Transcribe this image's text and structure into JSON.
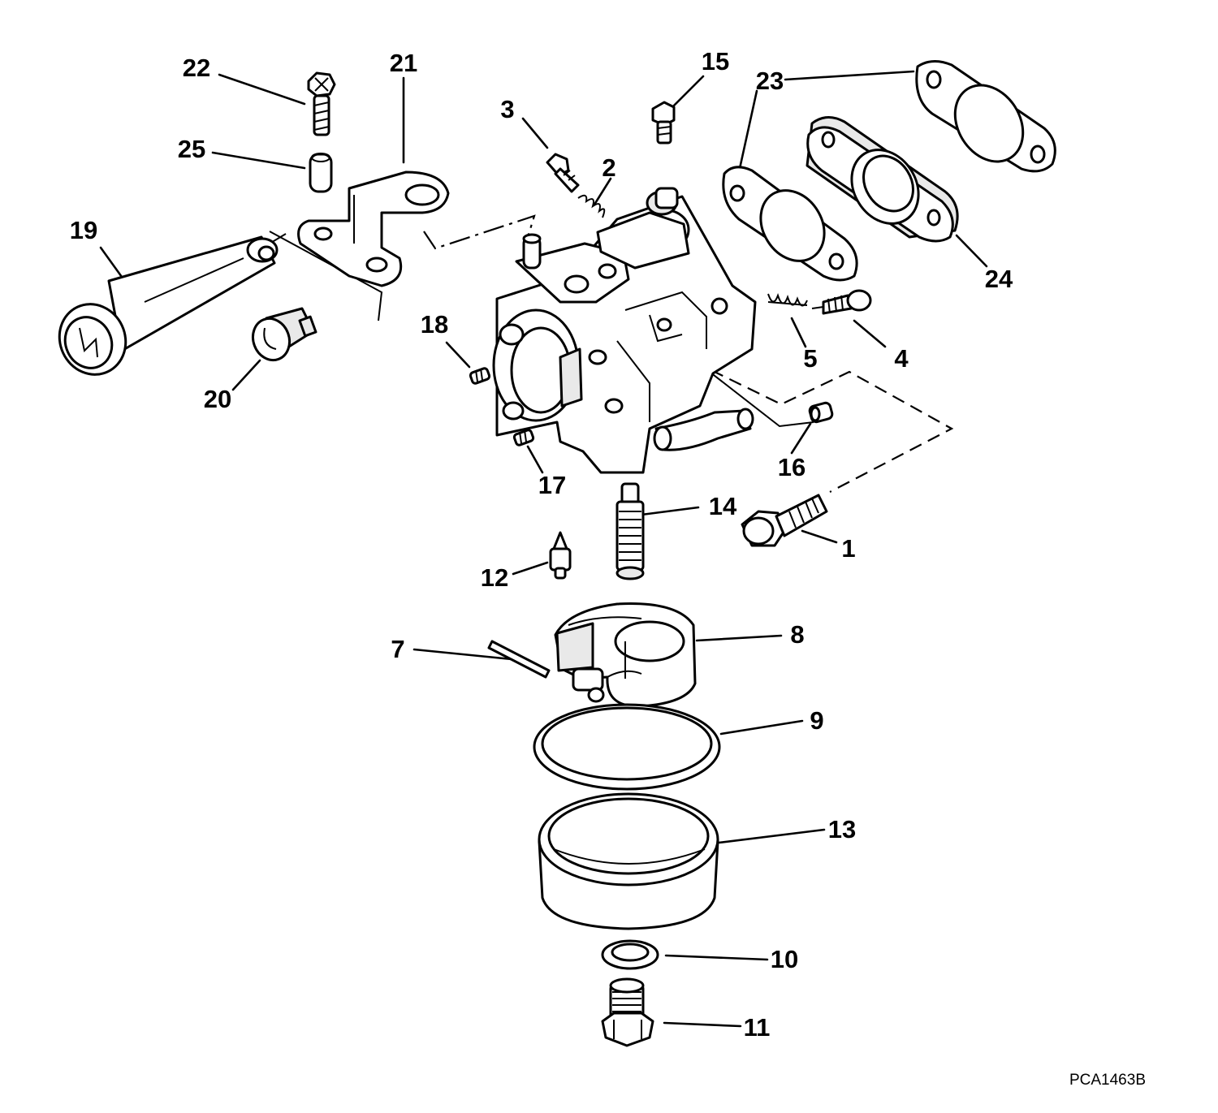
{
  "figure_id": "PCA1463B",
  "callouts": {
    "c1": "1",
    "c2": "2",
    "c3": "3",
    "c4": "4",
    "c5": "5",
    "c7": "7",
    "c8": "8",
    "c9": "9",
    "c10": "10",
    "c11": "11",
    "c12": "12",
    "c13": "13",
    "c14": "14",
    "c15": "15",
    "c16": "16",
    "c17": "17",
    "c18": "18",
    "c19": "19",
    "c20": "20",
    "c21": "21",
    "c22": "22",
    "c23": "23",
    "c24": "24",
    "c25": "25"
  }
}
